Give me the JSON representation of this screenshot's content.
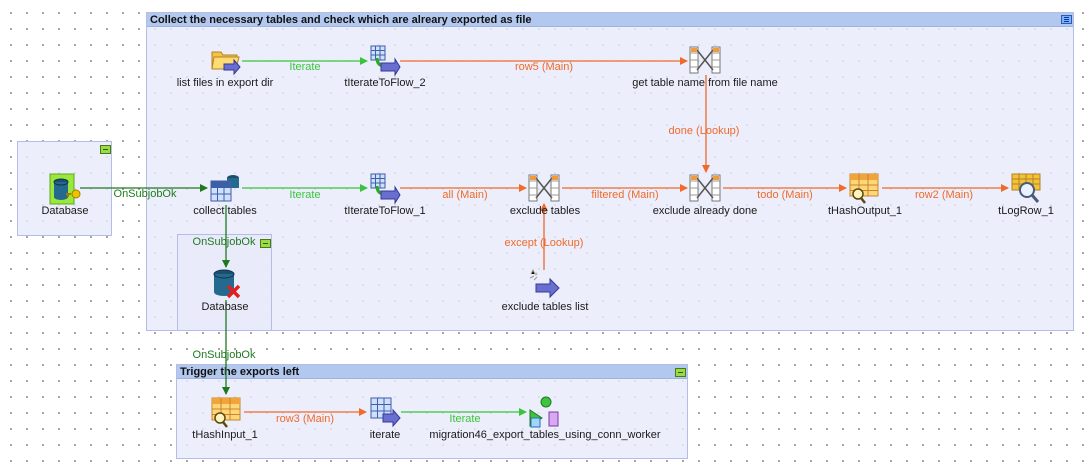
{
  "subjobs": {
    "collect": {
      "title": "Collect the necessary tables and check which are alreary exported as file"
    },
    "trigger": {
      "title": "Trigger the exports left"
    }
  },
  "nodes": {
    "database_src": {
      "label": "Database",
      "icon": "database-key-icon"
    },
    "list_files": {
      "label": "list files in export dir",
      "icon": "folder-arrow-icon"
    },
    "iterate_to_flow_2": {
      "label": "tIterateToFlow_2",
      "icon": "iterate-to-flow-icon"
    },
    "get_table_name": {
      "label": "get table name from file name",
      "icon": "tmap-icon"
    },
    "collect_tables": {
      "label": "collect tables",
      "icon": "table-list-icon"
    },
    "iterate_to_flow_1": {
      "label": "tIterateToFlow_1",
      "icon": "iterate-to-flow-icon"
    },
    "exclude_tables": {
      "label": "exclude tables",
      "icon": "tmap-icon"
    },
    "exclude_done": {
      "label": "exclude already done",
      "icon": "tmap-icon"
    },
    "hash_output": {
      "label": "tHashOutput_1",
      "icon": "hash-output-icon"
    },
    "log_row": {
      "label": "tLogRow_1",
      "icon": "log-row-icon"
    },
    "exclude_list": {
      "label": "exclude tables list",
      "icon": "fixed-flow-icon"
    },
    "database_close": {
      "label": "Database",
      "icon": "database-close-icon"
    },
    "hash_input": {
      "label": "tHashInput_1",
      "icon": "hash-input-icon"
    },
    "iterate": {
      "label": "iterate",
      "icon": "flow-to-iterate-icon"
    },
    "run_job": {
      "label": "migration46_export_tables_using_conn_worker",
      "icon": "run-job-icon"
    }
  },
  "links": {
    "iterate_a": "Iterate",
    "row5": "row5 (Main)",
    "done_lookup": "done (Lookup)",
    "onsubjob_1": "OnSubjobOk",
    "iterate_b": "Iterate",
    "all_main": "all (Main)",
    "filtered_main": "filtered (Main)",
    "todo_main": "todo (Main)",
    "row2_main": "row2 (Main)",
    "except_lookup": "except (Lookup)",
    "onsubjob_2": "OnSubjobOk",
    "onsubjob_3": "OnSubjobOk",
    "row3_main": "row3 (Main)",
    "iterate_c": "Iterate"
  },
  "colors": {
    "main_link": "#f06a2a",
    "iterate_link": "#3ac43a",
    "trigger_link": "#1f7a1f",
    "subjob_fill": "#e8eafa",
    "subjob_header": "#b3c8ee"
  }
}
